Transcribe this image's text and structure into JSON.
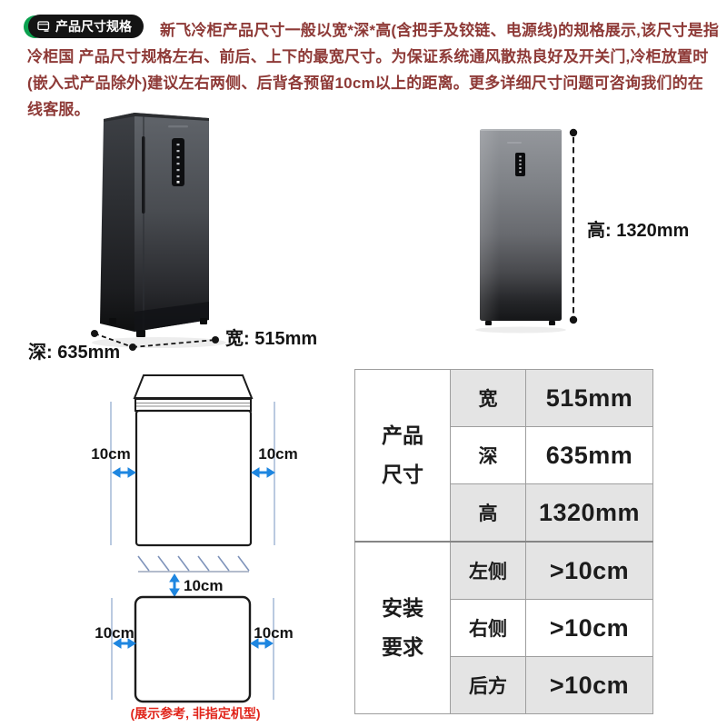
{
  "header": {
    "badge_label": "产品尺寸规格",
    "intro_lines": [
      "新飞冷柜产品尺寸一般以宽*深*高(含把手及铰链、电源线)的规格展示,该尺寸是指",
      "冷柜国 产品尺寸规格左右、前后、上下的最宽尺寸。为保证系统通风散热良好及开关门,冷柜放置时",
      "(嵌入式产品除外)建议左右两侧、后背各预留10cm以上的距离。更多详细尺寸问题可咨询我们的在",
      "线客服。"
    ]
  },
  "dimensions": {
    "depth_label": "深: 635mm",
    "width_label": "宽: 515mm",
    "height_label": "高: 1320mm"
  },
  "clearance": {
    "front_left": "10cm",
    "front_right": "10cm",
    "back": "10cm",
    "top_left": "10cm",
    "top_right": "10cm",
    "caption": "(展示参考, 非指定机型)"
  },
  "spec_table": {
    "sections": [
      {
        "label": "产品尺寸",
        "rows": [
          {
            "name": "宽",
            "value": "515mm"
          },
          {
            "name": "深",
            "value": "635mm"
          },
          {
            "name": "高",
            "value": "1320mm"
          }
        ]
      },
      {
        "label": "安装要求",
        "rows": [
          {
            "name": "左侧",
            "value": ">10cm"
          },
          {
            "name": "右侧",
            "value": ">10cm"
          },
          {
            "name": "后方",
            "value": ">10cm"
          }
        ]
      }
    ]
  },
  "colors": {
    "badge_green": "#0ba14f",
    "badge_black": "#141414",
    "intro_red": "#8e3a37",
    "caption_red": "#e1251b",
    "arrow_blue": "#1e86e0",
    "guide_blue": "#a9bcd8",
    "table_gray": "#e4e4e4"
  }
}
